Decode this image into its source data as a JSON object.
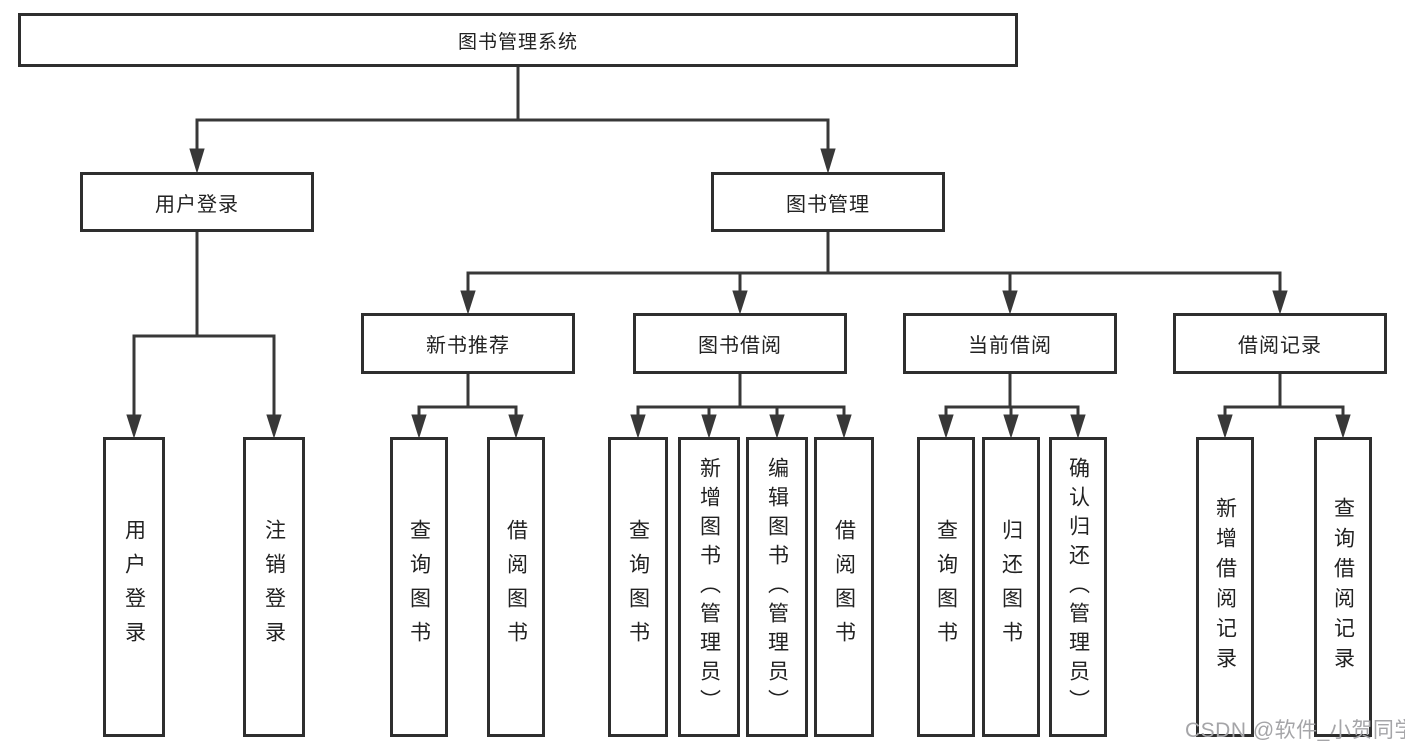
{
  "tree": {
    "root": {
      "label": "图书管理系统",
      "children": [
        {
          "label": "用户登录",
          "children": [
            {
              "label": "用户登录"
            },
            {
              "label": "注销登录"
            }
          ]
        },
        {
          "label": "图书管理",
          "children": [
            {
              "label": "新书推荐",
              "children": [
                {
                  "label": "查询图书"
                },
                {
                  "label": "借阅图书"
                }
              ]
            },
            {
              "label": "图书借阅",
              "children": [
                {
                  "label": "查询图书"
                },
                {
                  "label": "新增图书（管理员）"
                },
                {
                  "label": "编辑图书（管理员）"
                },
                {
                  "label": "借阅图书"
                }
              ]
            },
            {
              "label": "当前借阅",
              "children": [
                {
                  "label": "查询图书"
                },
                {
                  "label": "归还图书"
                },
                {
                  "label": "确认归还（管理员）"
                }
              ]
            },
            {
              "label": "借阅记录",
              "children": [
                {
                  "label": "新增借阅记录"
                },
                {
                  "label": "查询借阅记录"
                }
              ]
            }
          ]
        }
      ]
    }
  },
  "watermark": {
    "text": "CSDN @软件_小贺同学"
  },
  "colors": {
    "line": "#383838",
    "border": "#2e2e2e",
    "text": "#222222",
    "watermark": "#a5a5a8",
    "background": "#ffffff"
  }
}
